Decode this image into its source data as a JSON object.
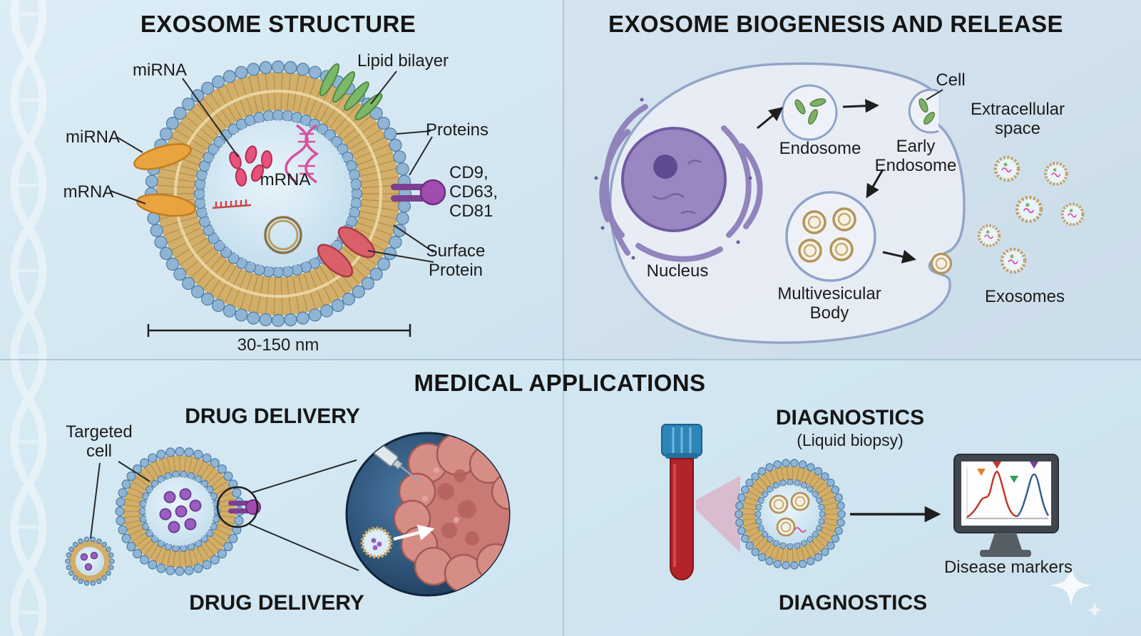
{
  "panels": {
    "structure": {
      "title": "EXOSOME STRUCTURE",
      "labels": {
        "mirna_top": "miRNA",
        "mirna_left": "miRNA",
        "mrna_left": "mRNA",
        "mrna_center": "mRNA",
        "lipid_bilayer": "Lipid bilayer",
        "proteins": "Proteins",
        "cd_markers": "CD9, CD63, CD81",
        "surface_protein": "Surface Protein",
        "scale_bar": "30-150 nm"
      }
    },
    "biogenesis": {
      "title": "EXOSOME BIOGENESIS AND RELEASE",
      "labels": {
        "cell": "Cell",
        "extracellular_space": "Extracellular space",
        "endosome": "Endosome",
        "early_endosome": "Early Endosome",
        "nucleus": "Nucleus",
        "multivesicular_body": "Multivesicular Body",
        "exosomes": "Exosomes"
      }
    },
    "applications": {
      "title": "MEDICAL APPLICATIONS",
      "drug_delivery": {
        "heading": "DRUG DELIVERY",
        "caption": "DRUG DELIVERY",
        "targeted_cell": "Targeted cell"
      },
      "diagnostics": {
        "heading": "DIAGNOSTICS",
        "subtitle": "(Liquid biopsy)",
        "caption": "DIAGNOSTICS",
        "disease_markers": "Disease markers"
      }
    }
  },
  "colors": {
    "membrane_tan": "#d2ae69",
    "bead_blue": "#8fb4d4",
    "mirna_pink": "#e8527a",
    "mrna_pink": "#d94f9e",
    "protein_orange": "#eaa43f",
    "protein_green": "#7cb86a",
    "protein_purple": "#a14caf",
    "surface_red": "#d9606b",
    "nucleus_purple": "#9a87c2",
    "cell_fill": "#e9edf5",
    "blood_red": "#b2232a",
    "cap_blue": "#2e86b8"
  }
}
